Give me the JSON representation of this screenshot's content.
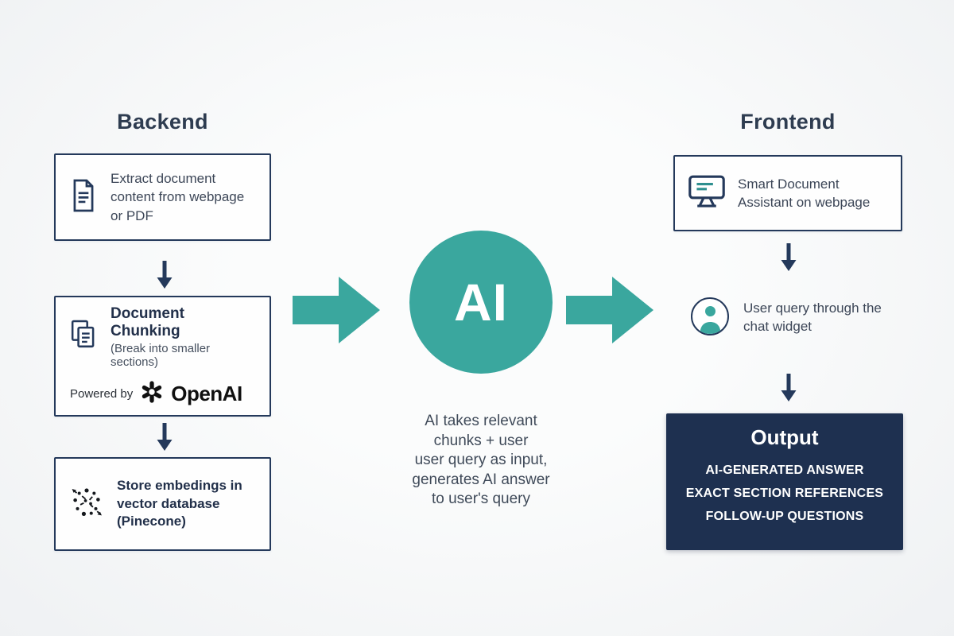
{
  "colors": {
    "background": "#f1f3f4",
    "teal": "#3aa79e",
    "navy": "#24395b",
    "output_panel": "#1e3050",
    "text_dark": "#3c4657"
  },
  "backend": {
    "title": "Backend",
    "extract_box": {
      "icon": "document-icon",
      "text": "Extract document content from webpage or PDF"
    },
    "chunking_box": {
      "icon": "documents-icon",
      "title": "Document Chunking",
      "subtitle": "(Break into smaller sections)",
      "powered_by_label": "Powered by",
      "brand": "OpenAI"
    },
    "store_box": {
      "icon": "embeddings-icon",
      "lines": [
        "Store embedings in",
        "vector database",
        "(Pinecone)"
      ]
    }
  },
  "center": {
    "ai_label": "AI",
    "description_lines": [
      "AI takes relevant",
      "chunks + user",
      "user query as input,",
      "generates AI answer",
      "to user's query"
    ]
  },
  "frontend": {
    "title": "Frontend",
    "assistant_box": {
      "icon": "monitor-icon",
      "text": "Smart Document Assistant on webpage"
    },
    "user_step": {
      "icon": "user-icon",
      "text": "User query through the chat widget"
    },
    "output": {
      "title": "Output",
      "items": [
        "AI-GENERATED ANSWER",
        "EXACT SECTION REFERENCES",
        "FOLLOW-UP QUESTIONS"
      ]
    }
  }
}
